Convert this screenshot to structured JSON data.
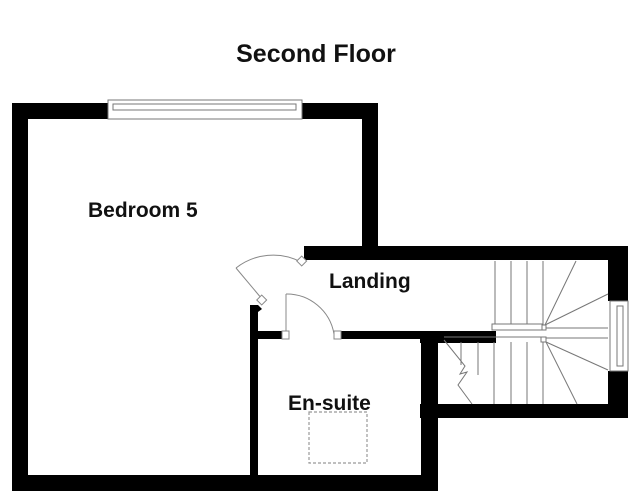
{
  "floor": {
    "title": "Second Floor"
  },
  "rooms": [
    {
      "name": "Bedroom 5"
    },
    {
      "name": "Landing"
    },
    {
      "name": "En-suite"
    }
  ],
  "colors": {
    "wall": "#000000",
    "background": "#ffffff",
    "fixture_line": "#888888"
  }
}
